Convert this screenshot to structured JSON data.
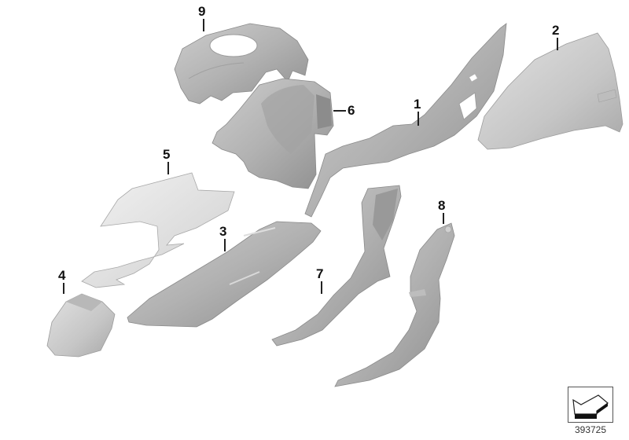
{
  "diagram": {
    "type": "exploded parts diagram",
    "subject": "fairing / trim panels",
    "reference_number": "393725",
    "colors": {
      "part_light": "#d8d8d8",
      "part_mid": "#b4b4b4",
      "part_dark": "#8c8c8c",
      "callout_text": "#111111",
      "background": "#ffffff"
    },
    "callouts": [
      {
        "id": "1",
        "label": "1"
      },
      {
        "id": "2",
        "label": "2"
      },
      {
        "id": "3",
        "label": "3"
      },
      {
        "id": "4",
        "label": "4"
      },
      {
        "id": "5",
        "label": "5"
      },
      {
        "id": "6",
        "label": "6"
      },
      {
        "id": "7",
        "label": "7"
      },
      {
        "id": "8",
        "label": "8"
      },
      {
        "id": "9",
        "label": "9"
      }
    ],
    "icons": {
      "orientation": "arrow-direction-icon"
    }
  }
}
